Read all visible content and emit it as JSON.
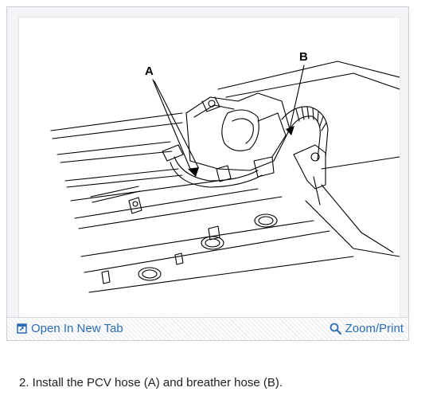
{
  "figure": {
    "callouts": [
      "A",
      "B"
    ]
  },
  "toolbar": {
    "open_tab_label": "Open In New Tab",
    "zoom_label": "Zoom/Print",
    "link_color": "#2a6db3"
  },
  "caption": "2. Install the PCV hose (A) and breather hose (B).",
  "icons": [
    "open-new-tab-icon",
    "magnifier-icon"
  ]
}
